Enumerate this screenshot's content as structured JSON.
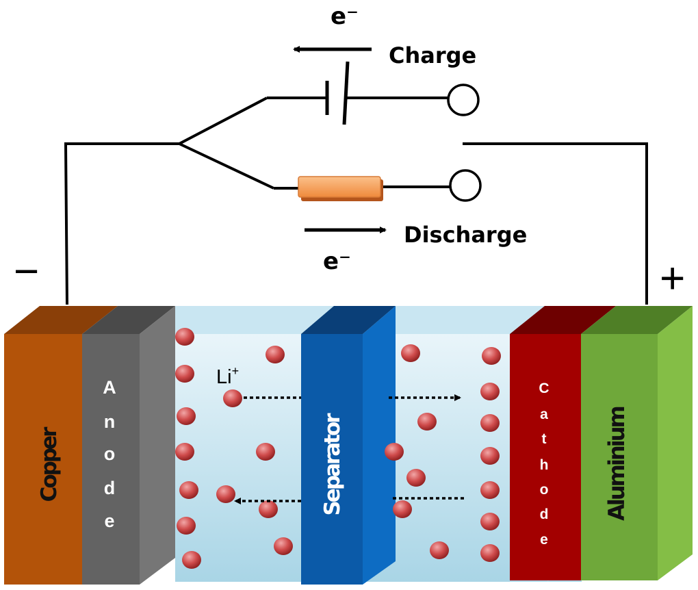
{
  "circuit": {
    "charge_label": "Charge",
    "discharge_label": "Discharge",
    "electron_label_top": "e⁻",
    "electron_label_bottom": "e⁻",
    "negative_terminal": "−",
    "positive_terminal": "+"
  },
  "layers": {
    "copper": "Copper",
    "anode": [
      "A",
      "n",
      "o",
      "d",
      "e"
    ],
    "separator": "Separator",
    "cathode": [
      "C",
      "a",
      "t",
      "h",
      "o",
      "d",
      "e"
    ],
    "aluminium": "Aluminium"
  },
  "ion_label": "Li",
  "ion_label_sup": "+",
  "colors": {
    "copper": "#b35309",
    "anode": "#636363",
    "separator": "#0b5aa8",
    "cathode": "#a30000",
    "aluminium": "#6fa83a",
    "electrolyte": "#d5ecf5",
    "ion": "#c23a3a",
    "resistor": "#f5a25e"
  }
}
